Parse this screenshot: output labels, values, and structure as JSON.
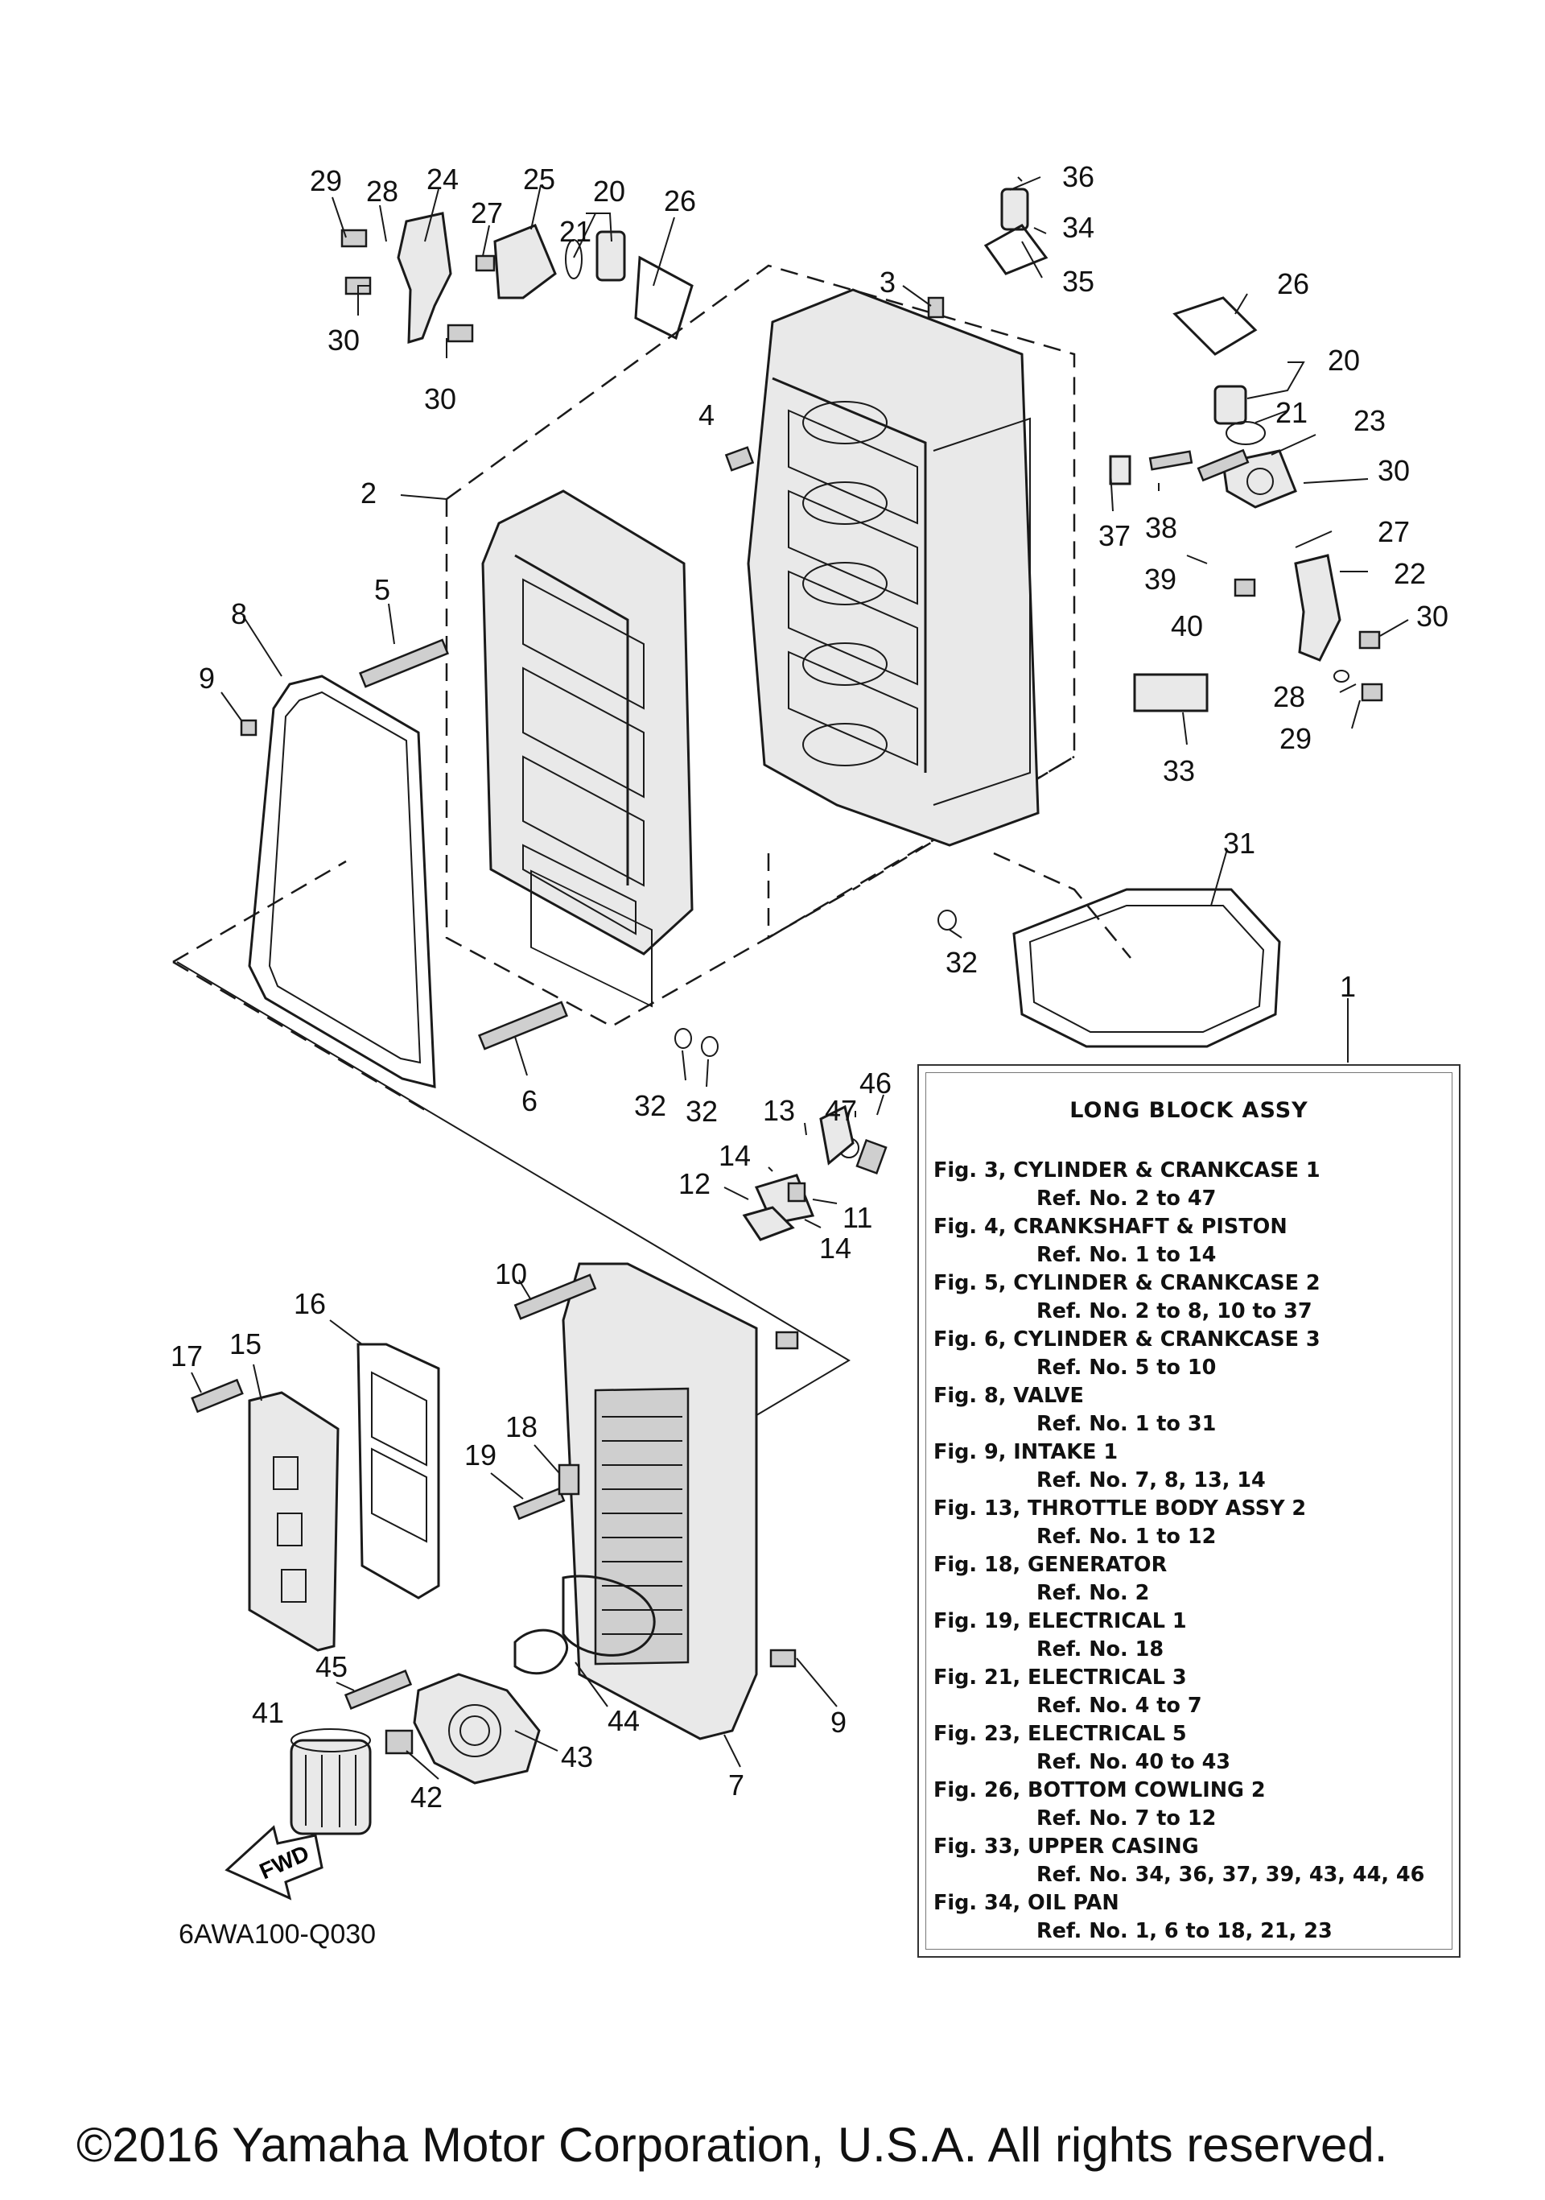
{
  "callouts": [
    {
      "id": "c29a",
      "label": "29"
    },
    {
      "id": "c28a",
      "label": "28"
    },
    {
      "id": "c24",
      "label": "24"
    },
    {
      "id": "c25",
      "label": "25"
    },
    {
      "id": "c20a",
      "label": "20"
    },
    {
      "id": "c26a",
      "label": "26"
    },
    {
      "id": "c27a",
      "label": "27"
    },
    {
      "id": "c21a",
      "label": "21"
    },
    {
      "id": "c30a",
      "label": "30"
    },
    {
      "id": "c30b",
      "label": "30"
    },
    {
      "id": "c36",
      "label": "36"
    },
    {
      "id": "c34",
      "label": "34"
    },
    {
      "id": "c35",
      "label": "35"
    },
    {
      "id": "c3",
      "label": "3"
    },
    {
      "id": "c26b",
      "label": "26"
    },
    {
      "id": "c20b",
      "label": "20"
    },
    {
      "id": "c21b",
      "label": "21"
    },
    {
      "id": "c23",
      "label": "23"
    },
    {
      "id": "c30c",
      "label": "30"
    },
    {
      "id": "c4",
      "label": "4"
    },
    {
      "id": "c2",
      "label": "2"
    },
    {
      "id": "c37",
      "label": "37"
    },
    {
      "id": "c38",
      "label": "38"
    },
    {
      "id": "c27b",
      "label": "27"
    },
    {
      "id": "c39",
      "label": "39"
    },
    {
      "id": "c22",
      "label": "22"
    },
    {
      "id": "c40",
      "label": "40"
    },
    {
      "id": "c30d",
      "label": "30"
    },
    {
      "id": "c5",
      "label": "5"
    },
    {
      "id": "c8",
      "label": "8"
    },
    {
      "id": "c9a",
      "label": "9"
    },
    {
      "id": "c28b",
      "label": "28"
    },
    {
      "id": "c29b",
      "label": "29"
    },
    {
      "id": "c33",
      "label": "33"
    },
    {
      "id": "c31",
      "label": "31"
    },
    {
      "id": "c32a",
      "label": "32"
    },
    {
      "id": "c1",
      "label": "1"
    },
    {
      "id": "c6",
      "label": "6"
    },
    {
      "id": "c32b",
      "label": "32"
    },
    {
      "id": "c32c",
      "label": "32"
    },
    {
      "id": "c46",
      "label": "46"
    },
    {
      "id": "c13",
      "label": "13"
    },
    {
      "id": "c47",
      "label": "47"
    },
    {
      "id": "c14a",
      "label": "14"
    },
    {
      "id": "c12",
      "label": "12"
    },
    {
      "id": "c11",
      "label": "11"
    },
    {
      "id": "c14b",
      "label": "14"
    },
    {
      "id": "c10",
      "label": "10"
    },
    {
      "id": "c16",
      "label": "16"
    },
    {
      "id": "c15",
      "label": "15"
    },
    {
      "id": "c17",
      "label": "17"
    },
    {
      "id": "c18",
      "label": "18"
    },
    {
      "id": "c19",
      "label": "19"
    },
    {
      "id": "c45",
      "label": "45"
    },
    {
      "id": "c44",
      "label": "44"
    },
    {
      "id": "c41",
      "label": "41"
    },
    {
      "id": "c9b",
      "label": "9"
    },
    {
      "id": "c43",
      "label": "43"
    },
    {
      "id": "c42",
      "label": "42"
    },
    {
      "id": "c7",
      "label": "7"
    }
  ],
  "reference_box": {
    "title": "LONG BLOCK ASSY",
    "entries": [
      {
        "fig": "Fig. 3, CYLINDER & CRANKCASE 1",
        "refs": "Ref. No. 2 to 47"
      },
      {
        "fig": "Fig. 4, CRANKSHAFT & PISTON",
        "refs": "Ref. No. 1 to 14"
      },
      {
        "fig": "Fig. 5, CYLINDER & CRANKCASE 2",
        "refs": "Ref. No. 2 to 8, 10 to 37"
      },
      {
        "fig": "Fig. 6, CYLINDER & CRANKCASE 3",
        "refs": "Ref. No. 5 to 10"
      },
      {
        "fig": "Fig. 8, VALVE",
        "refs": "Ref. No. 1 to 31"
      },
      {
        "fig": "Fig. 9, INTAKE 1",
        "refs": "Ref. No. 7, 8, 13, 14"
      },
      {
        "fig": "Fig. 13, THROTTLE BODY ASSY 2",
        "refs": "Ref. No. 1 to 12"
      },
      {
        "fig": "Fig. 18, GENERATOR",
        "refs": "Ref. No. 2"
      },
      {
        "fig": "Fig. 19, ELECTRICAL 1",
        "refs": "Ref. No. 18"
      },
      {
        "fig": "Fig. 21, ELECTRICAL 3",
        "refs": "Ref. No. 4 to 7"
      },
      {
        "fig": "Fig. 23, ELECTRICAL 5",
        "refs": " Ref. No. 40 to 43"
      },
      {
        "fig": "Fig. 26, BOTTOM COWLING 2",
        "refs": "Ref. No. 7 to 12"
      },
      {
        "fig": "Fig. 33, UPPER CASING",
        "refs": "Ref. No. 34, 36, 37, 39, 43, 44, 46"
      },
      {
        "fig": "Fig. 34, OIL PAN",
        "refs": " Ref. No. 1, 6 to 18, 21, 23"
      }
    ]
  },
  "fwd_label": "FWD",
  "diagram_code": "6AWA100-Q030",
  "copyright": "©2016 Yamaha Motor Corporation, U.S.A. All rights reserved."
}
